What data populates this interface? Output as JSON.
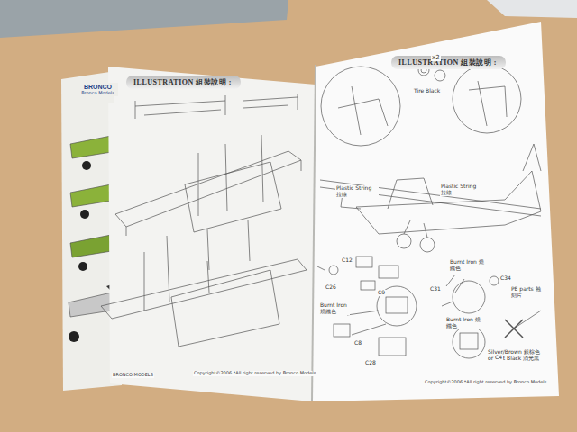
{
  "diagram": {
    "nodes": [
      {
        "text": [
          "ILLUSTRATION 組裝說明 :"
        ]
      },
      {
        "text": [
          "ILLUSTRATION 組裝說明 :"
        ]
      },
      {
        "text": [
          "BRONCO",
          "Bronco Models"
        ]
      }
    ],
    "labels": [
      "x2",
      "Tire Black",
      "Plastic String 拉線",
      "Plastic String 拉線",
      "Burnt Iron 燒鐵色",
      "Burnt Iron 燒鐵色",
      "Burnt Iron 燒鐵色",
      "Silver/Brown 銀棕色 or Flat Black 消光黑",
      "C31",
      "C12",
      "C34",
      "C26",
      "C9",
      "C4",
      "C8",
      "C28",
      "PE parts 蝕刻片",
      "BRONCO MODELS",
      "Copyright©2006 *All right reserved by Bronco Models",
      "Copyright©2006 *All right reserved by Bronco Models"
    ]
  }
}
